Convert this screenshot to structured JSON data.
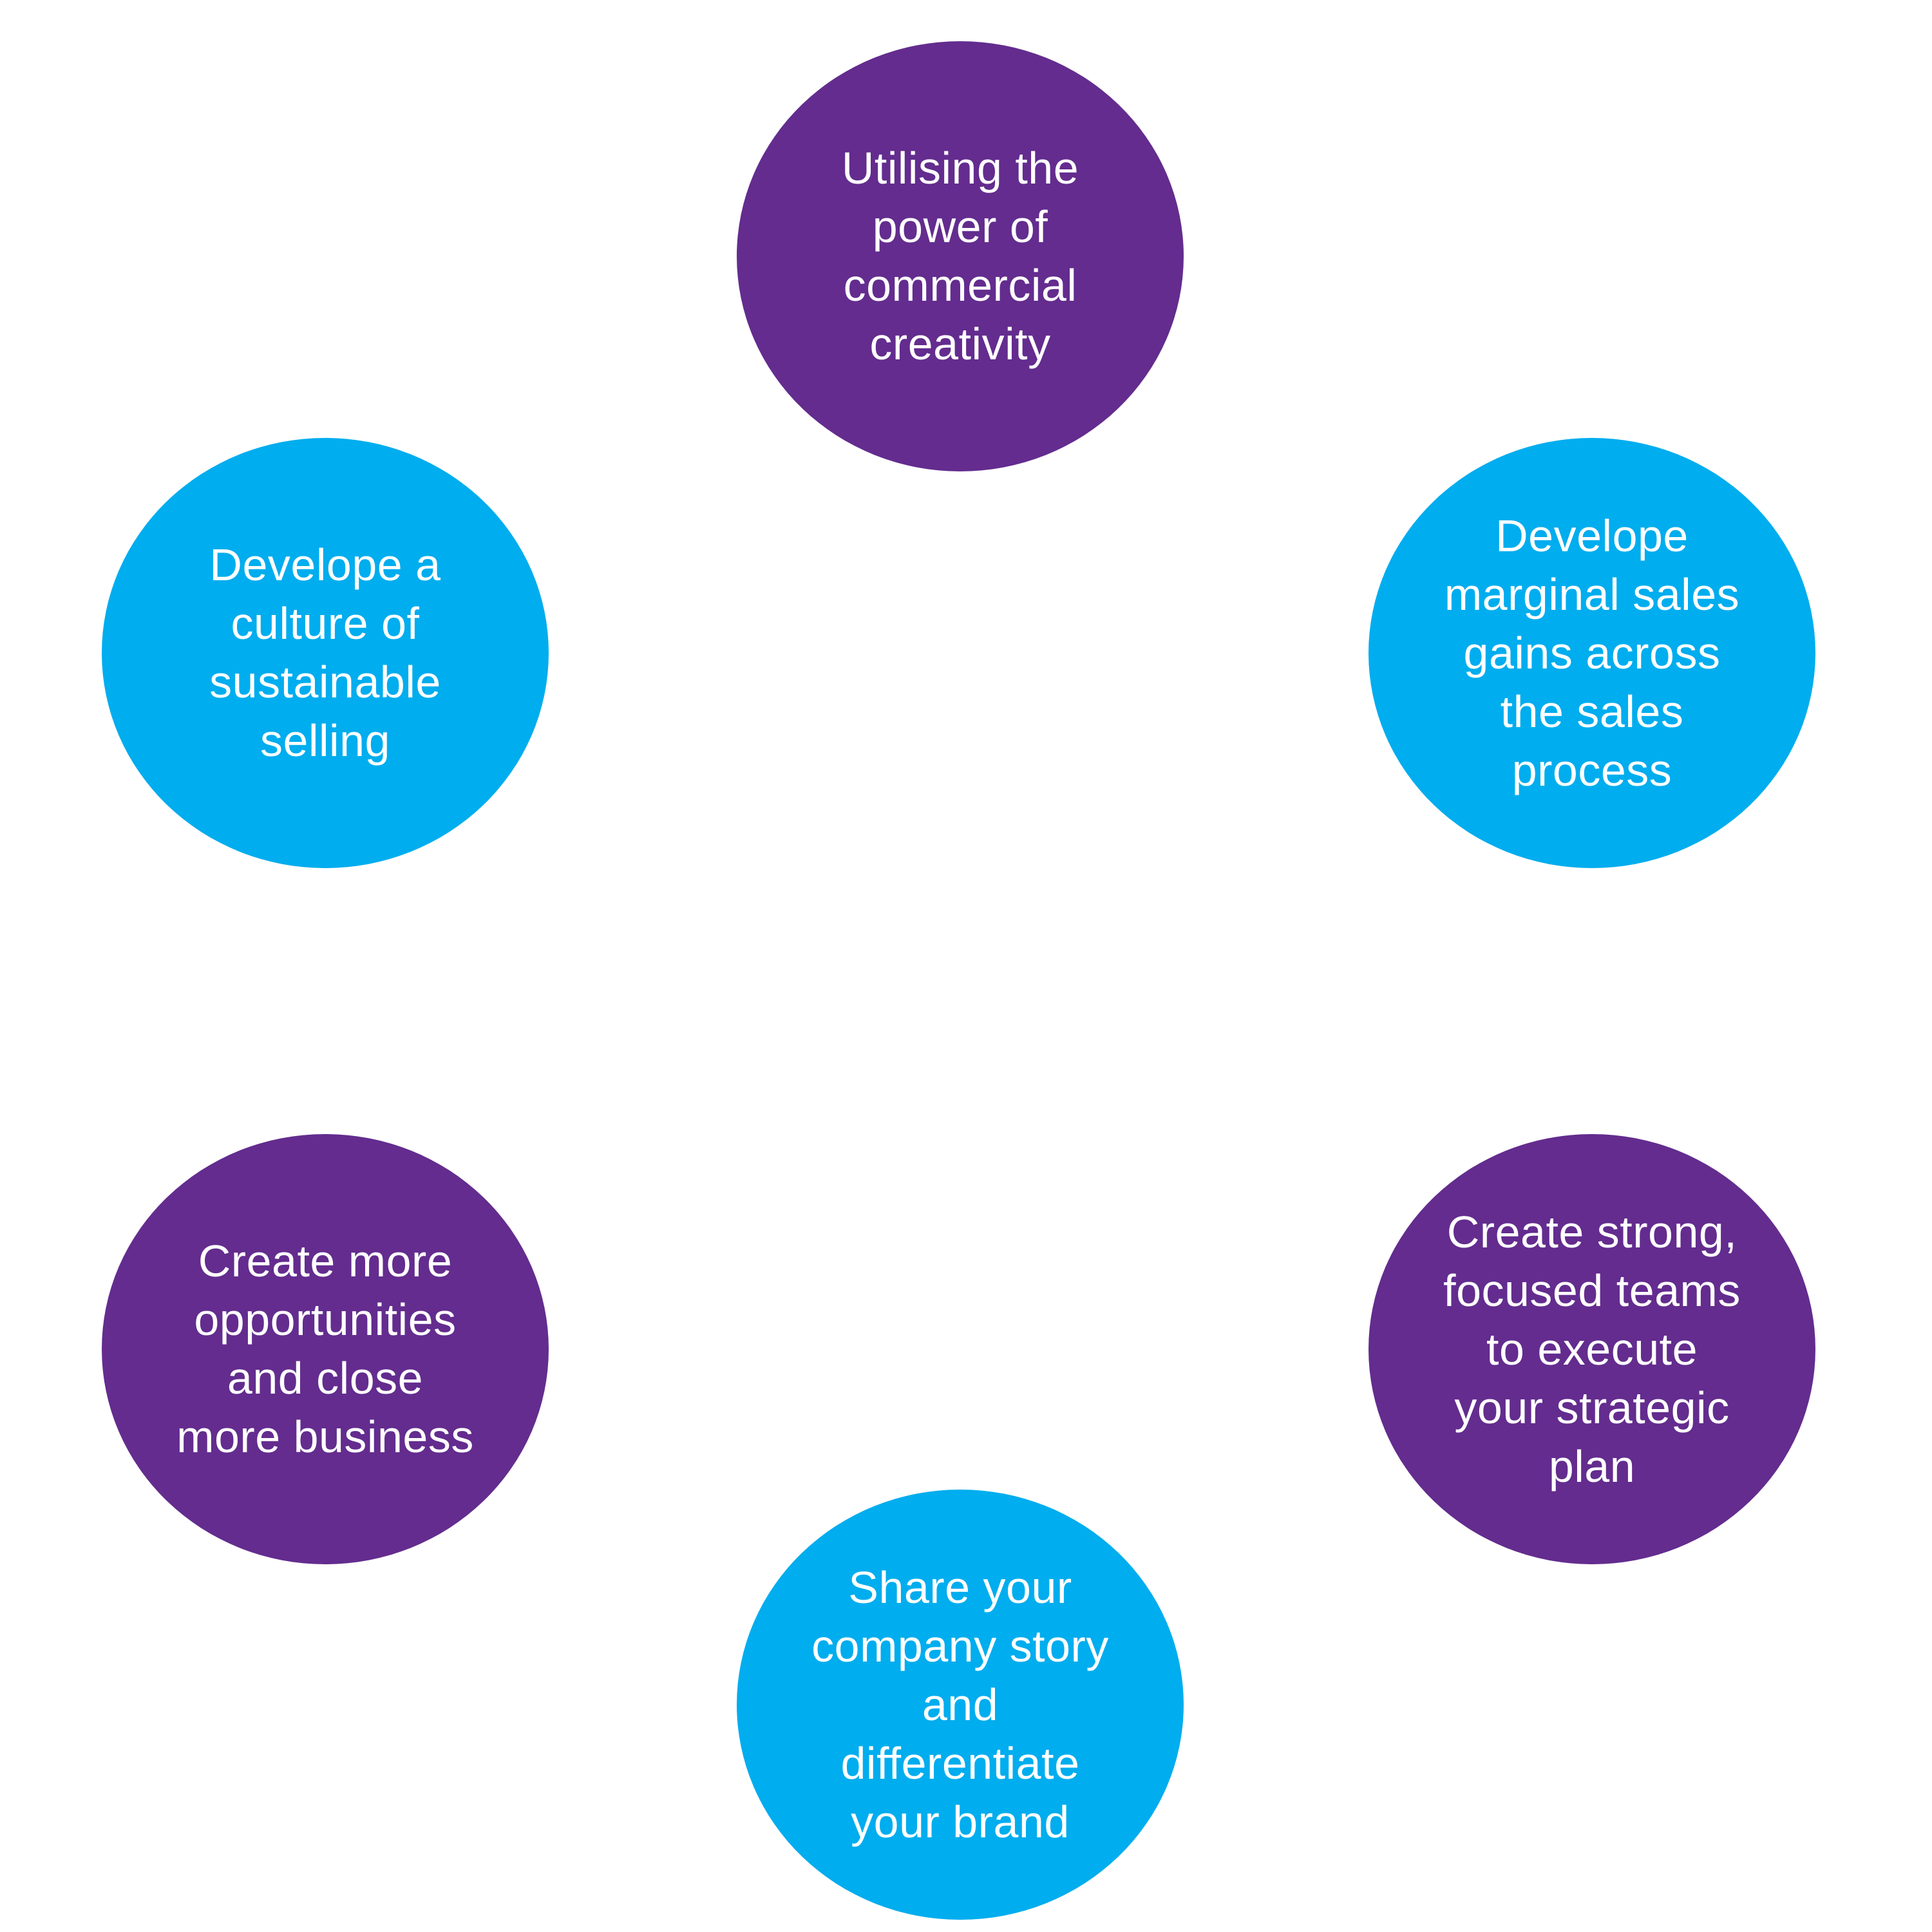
{
  "colors": {
    "purple": "#632c8e",
    "cyan": "#00adee",
    "text": "#ffffff",
    "background": "#ffffff"
  },
  "nodes": [
    {
      "label": "Utilising the\npower of\ncommercial\ncreativity",
      "color": "purple"
    },
    {
      "label": "Develope\nmarginal sales\ngains across\nthe sales\nprocess",
      "color": "cyan"
    },
    {
      "label": "Create strong,\nfocused teams\nto execute\nyour strategic\nplan",
      "color": "purple"
    },
    {
      "label": "Share your\ncompany story\nand\ndifferentiate\nyour brand",
      "color": "cyan"
    },
    {
      "label": "Create more\nopportunities\nand close\nmore business",
      "color": "purple"
    },
    {
      "label": "Develope a\nculture of\nsustainable\nselling",
      "color": "cyan"
    }
  ]
}
